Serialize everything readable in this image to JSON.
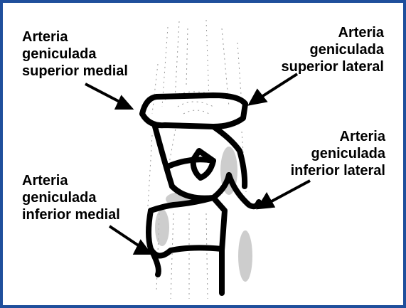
{
  "labels": {
    "superior_medial": [
      "Arteria",
      "geniculada",
      "superior medial"
    ],
    "superior_lateral": [
      "Arteria",
      "geniculada",
      "superior lateral"
    ],
    "inferior_lateral": [
      "Arteria",
      "geniculada",
      "inferior lateral"
    ],
    "inferior_medial": [
      "Arteria",
      "geniculada",
      "inferior medial"
    ]
  },
  "colors": {
    "frame": "#1f4f9c",
    "ink": "#000000",
    "shade": "#b8b8b8"
  }
}
